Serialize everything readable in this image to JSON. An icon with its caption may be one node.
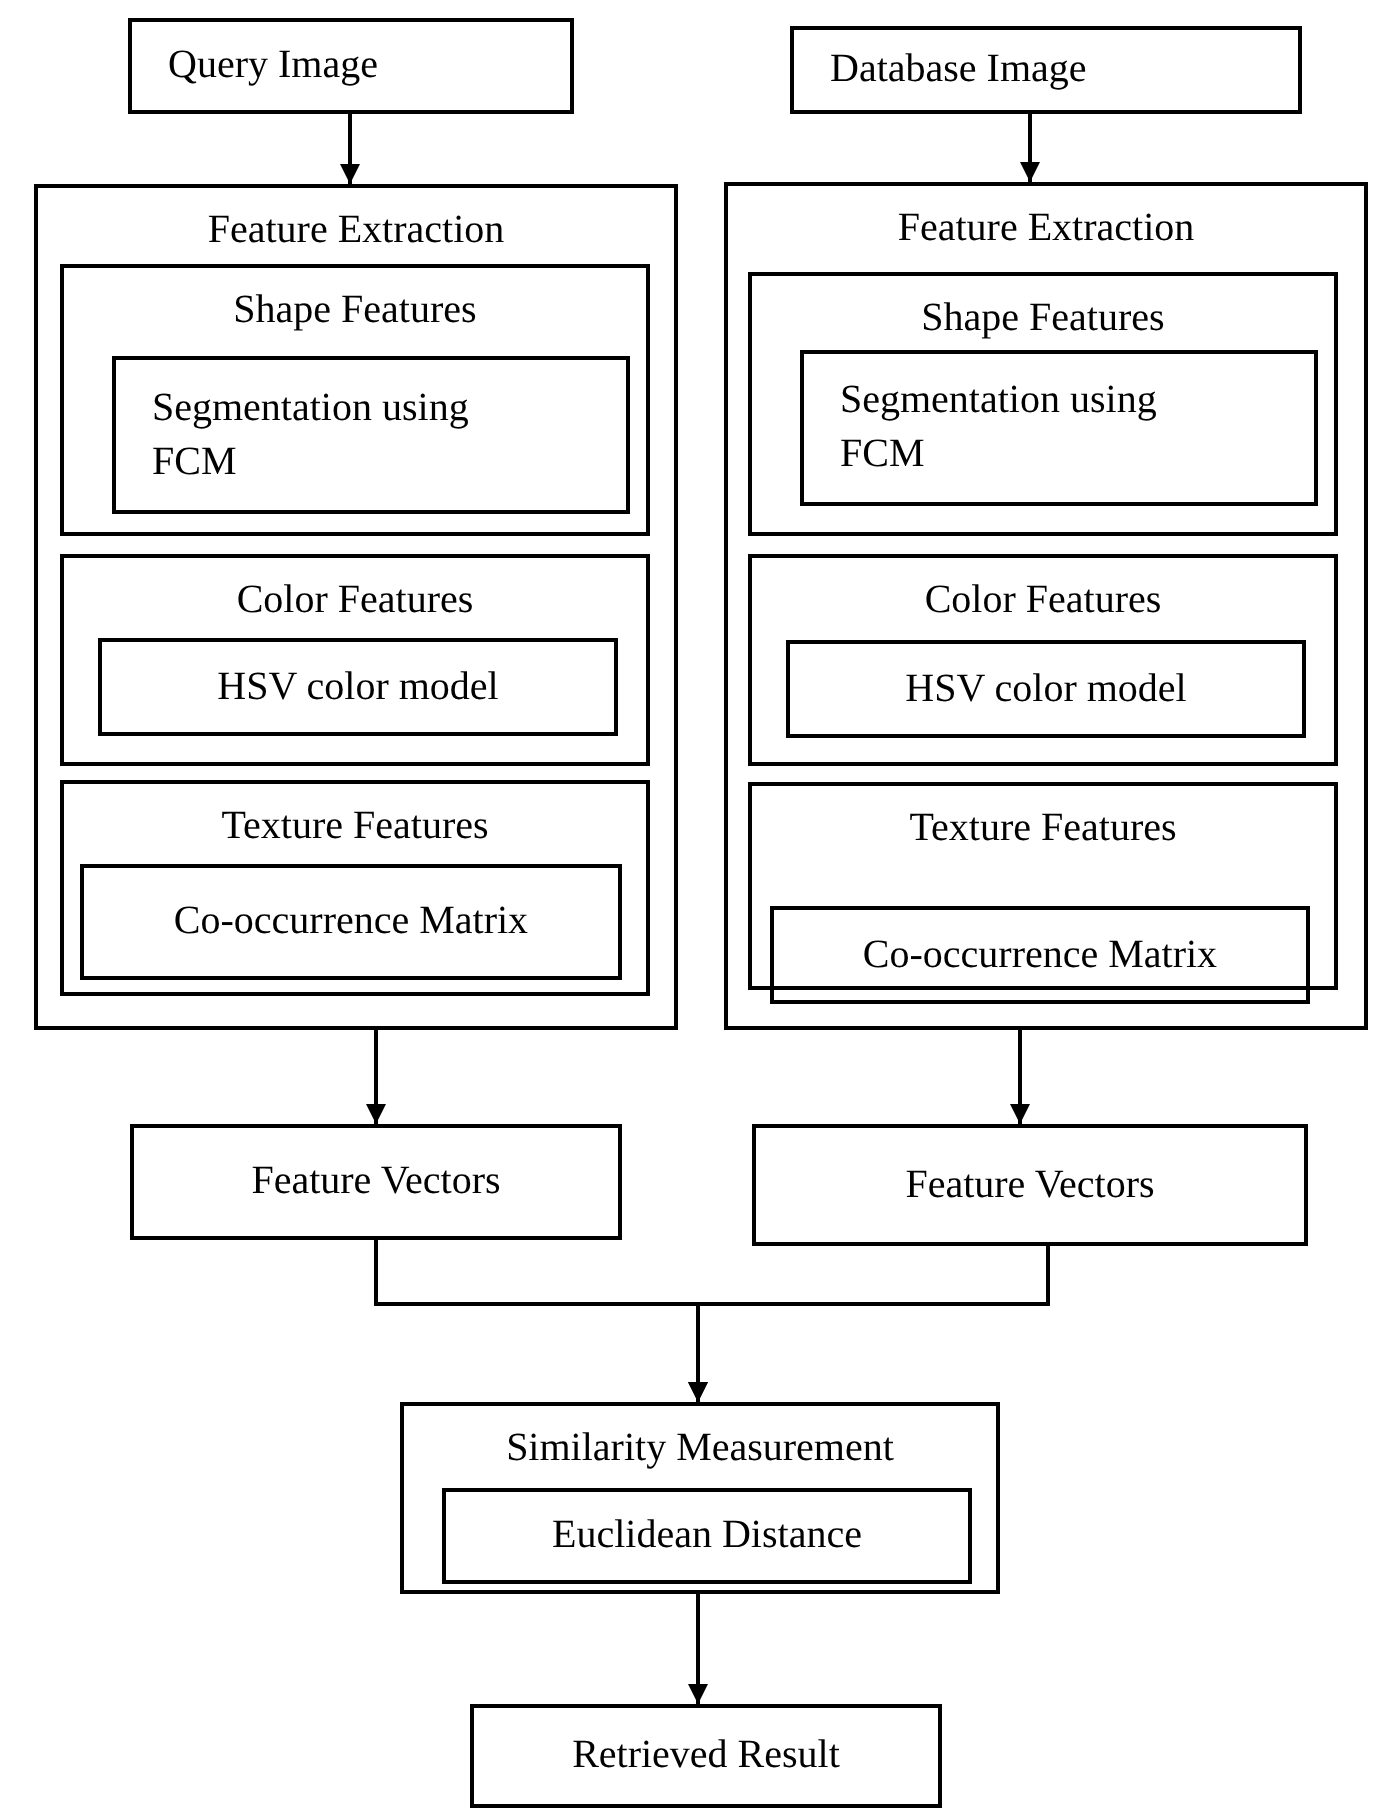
{
  "diagram": {
    "nodes": [
      {
        "text": [
          "Query Image"
        ]
      },
      {
        "text": [
          "Database Image"
        ]
      },
      {
        "text": [
          "Feature Extraction"
        ]
      },
      {
        "text": [
          "Shape Features"
        ],
        "in": 2
      },
      {
        "text": [
          "Segmentation using FCM"
        ],
        "in": 3
      },
      {
        "text": [
          "Color Features"
        ],
        "in": 2
      },
      {
        "text": [
          "HSV color model"
        ],
        "in": 5
      },
      {
        "text": [
          "Texture Features"
        ],
        "in": 2
      },
      {
        "text": [
          "Co-occurrence Matrix"
        ],
        "in": 7
      },
      {
        "text": [
          "Feature Extraction"
        ]
      },
      {
        "text": [
          "Shape Features"
        ],
        "in": 9
      },
      {
        "text": [
          "Segmentation using FCM"
        ],
        "in": 10
      },
      {
        "text": [
          "Color Features"
        ],
        "in": 9
      },
      {
        "text": [
          "HSV color model"
        ],
        "in": 12
      },
      {
        "text": [
          "Texture Features"
        ],
        "in": 9
      },
      {
        "text": [
          "Co-occurrence Matrix"
        ],
        "in": 14
      },
      {
        "text": [
          "Feature Vectors"
        ]
      },
      {
        "text": [
          "Feature Vectors"
        ]
      },
      {
        "text": [
          "Similarity Measurement"
        ]
      },
      {
        "text": [
          "Euclidean Distance"
        ],
        "in": 18
      },
      {
        "text": [
          "Retrieved Result"
        ]
      }
    ],
    "edges": [
      {
        "from": 0,
        "to": 2,
        "arrow": "to"
      },
      {
        "from": 1,
        "to": 9,
        "arrow": "to"
      },
      {
        "from": 2,
        "to": 16,
        "arrow": "to"
      },
      {
        "from": 9,
        "to": 17,
        "arrow": "to"
      },
      {
        "from": 16,
        "to": 18,
        "arrow": "to"
      },
      {
        "from": 17,
        "to": 18,
        "arrow": "to"
      },
      {
        "from": 18,
        "to": 20,
        "arrow": "to"
      }
    ]
  }
}
